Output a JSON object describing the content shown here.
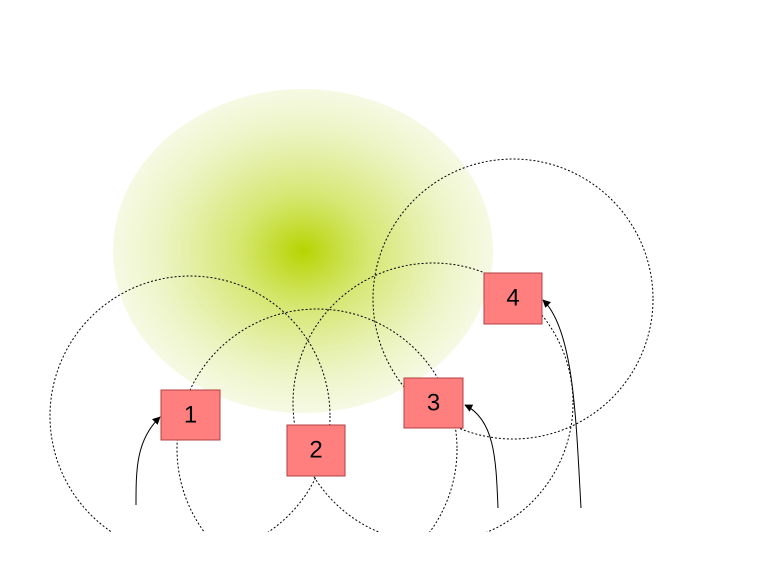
{
  "diagram": {
    "nodes": [
      {
        "id": "node-1",
        "label": "1"
      },
      {
        "id": "node-2",
        "label": "2"
      },
      {
        "id": "node-3",
        "label": "3"
      },
      {
        "id": "node-4",
        "label": "4"
      }
    ],
    "colors": {
      "node_fill": "#ff7f7f",
      "node_stroke": "#b04040",
      "blob_center": "#b5d400",
      "blob_edge": "#eef5c8",
      "circle_stroke": "#000000",
      "arrow_stroke": "#000000"
    }
  }
}
